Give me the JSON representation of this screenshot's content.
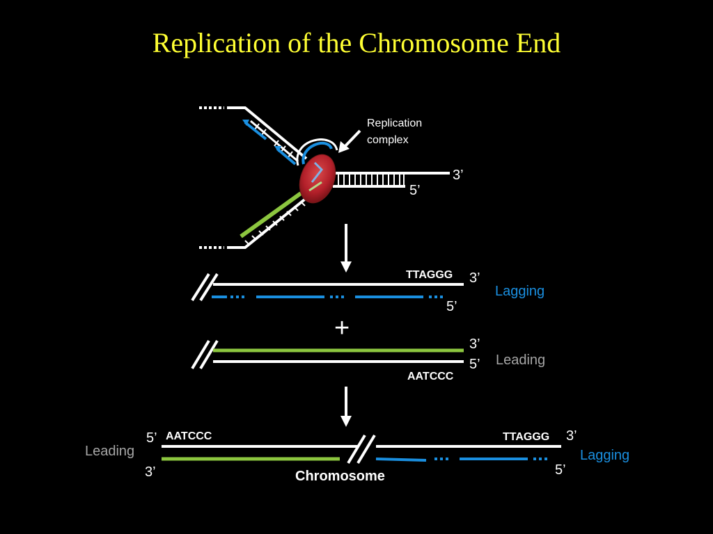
{
  "title": "Replication of the Chromosome End",
  "colors": {
    "background": "#000000",
    "title": "#ffff33",
    "strand": "#ffffff",
    "lagging": "#1a8fe0",
    "leading": "#8cc63f",
    "label_gray": "#a6a6a6",
    "complex": "#b3202a"
  },
  "fork": {
    "callout": [
      "Replication",
      "complex"
    ],
    "end_3": "3’",
    "end_5": "5’"
  },
  "lagging_product": {
    "seq": "TTAGGG",
    "end_3": "3’",
    "end_5": "5’",
    "label": "Lagging"
  },
  "plus": "+",
  "leading_product": {
    "seq": "AATCCC",
    "end_3": "3’",
    "end_5": "5’",
    "label": "Leading"
  },
  "chromosome": {
    "label": "Chromosome",
    "left_seq": "AATCCC",
    "right_seq": "TTAGGG",
    "left_5": "5’",
    "left_3": "3’",
    "right_3": "3’",
    "right_5": "5’",
    "left_label": "Leading",
    "right_label": "Lagging"
  }
}
